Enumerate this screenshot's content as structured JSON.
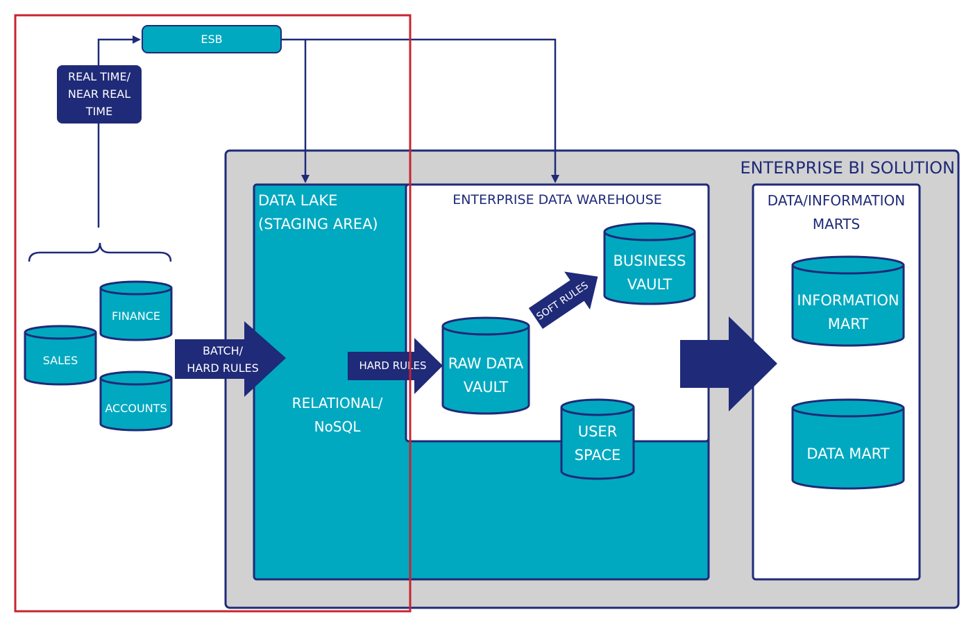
{
  "colors": {
    "navy": "#1f2a78",
    "teal": "#00a9c0",
    "grey": "#d1d1d1",
    "red": "#c8242f",
    "white": "#ffffff"
  },
  "esb": {
    "label": "ESB"
  },
  "realtime": {
    "lines": [
      "REAL TIME/",
      "NEAR REAL",
      "TIME"
    ]
  },
  "sources": {
    "finance": "FINANCE",
    "sales": "SALES",
    "accounts": "ACCOUNTS"
  },
  "batch_arrow": {
    "lines": [
      "BATCH/",
      "HARD RULES"
    ]
  },
  "enterprise": {
    "title": "ENTERPRISE BI SOLUTION"
  },
  "data_lake": {
    "title_lines": [
      "DATA LAKE",
      "(STAGING AREA)"
    ],
    "body_lines": [
      "RELATIONAL/",
      "NoSQL"
    ]
  },
  "edw": {
    "title": "ENTERPRISE DATA WAREHOUSE"
  },
  "hard_rules_arrow": {
    "label": "HARD RULES"
  },
  "soft_rules_arrow": {
    "label": "SOFT RULES"
  },
  "raw_vault": {
    "lines": [
      "RAW DATA",
      "VAULT"
    ]
  },
  "business_vault": {
    "lines": [
      "BUSINESS",
      "VAULT"
    ]
  },
  "user_space": {
    "lines": [
      "USER",
      "SPACE"
    ]
  },
  "marts": {
    "title_lines": [
      "DATA/INFORMATION",
      "MARTS"
    ],
    "information_mart": [
      "INFORMATION",
      "MART"
    ],
    "data_mart": [
      "DATA MART"
    ]
  }
}
